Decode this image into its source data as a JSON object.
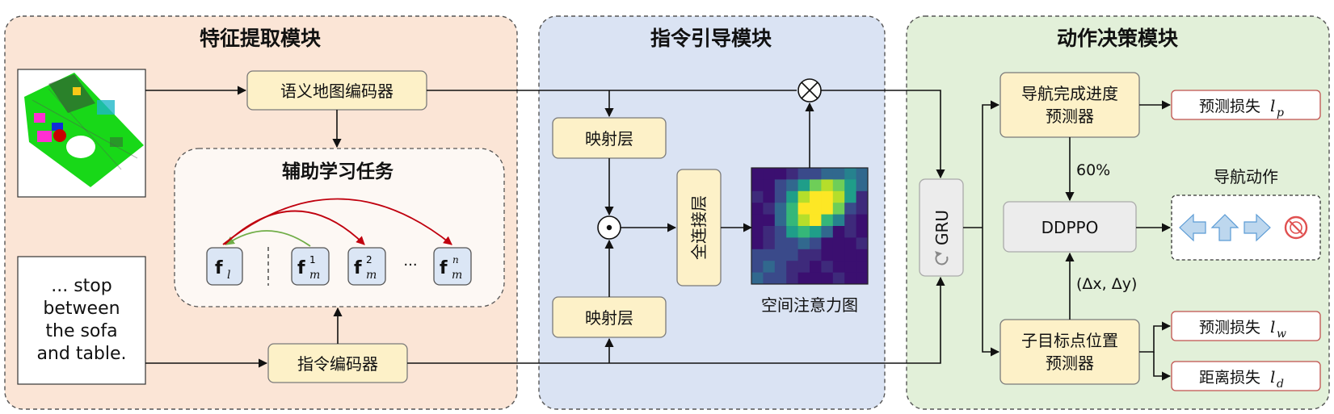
{
  "modules": {
    "feature": "特征提取模块",
    "instruction": "指令引导模块",
    "action": "动作决策模块"
  },
  "feature": {
    "semantic_encoder": "语义地图编码器",
    "aux_title": "辅助学习任务",
    "instruction_text": [
      "... stop",
      "between",
      "the sofa",
      "and table."
    ],
    "instr_encoder": "指令编码器",
    "tokens": {
      "fl": {
        "base": "f",
        "sub": "l"
      },
      "fm1": {
        "base": "f",
        "sub": "m",
        "sup": "1"
      },
      "fm2": {
        "base": "f",
        "sub": "m",
        "sup": "2"
      },
      "fmn": {
        "base": "f",
        "sub": "m",
        "sup": "n"
      },
      "ellipsis": "···"
    }
  },
  "guide": {
    "map_top": "映射层",
    "map_bottom": "映射层",
    "fc": "全连接层",
    "attention_label": "空间注意力图",
    "otimes": "⊗",
    "odot": "⊙"
  },
  "action": {
    "gru": "GRU",
    "progress": [
      "导航完成进度",
      "预测器"
    ],
    "ddppo": "DDPPO",
    "subgoal": [
      "子目标点位置",
      "预测器"
    ],
    "pct": "60%",
    "delta": "(Δx, Δy)",
    "nav_actions_title": "导航动作",
    "loss_p": {
      "text": "预测损失",
      "sym": "l",
      "sub": "p"
    },
    "loss_w": {
      "text": "预测损失",
      "sym": "l",
      "sub": "w"
    },
    "loss_d": {
      "text": "距离损失",
      "sym": "l",
      "sub": "d"
    }
  },
  "colors": {
    "feature_bg": "#fbe5d6",
    "guide_bg": "#dae3f3",
    "action_bg": "#e2f0d9",
    "box_yellow": "#fdf1c8",
    "token_blue": "#dbe6f5",
    "loss_border": "#c0504d",
    "arc_red": "#c0000e",
    "arc_green": "#70ad47",
    "arrow_blue": "#bdd7ee"
  },
  "icons": [
    "semantic-map-image",
    "gru-reset-icon",
    "arrow-left-icon",
    "arrow-up-icon",
    "arrow-right-icon",
    "stop-icon",
    "spatial-attention-heatmap"
  ]
}
